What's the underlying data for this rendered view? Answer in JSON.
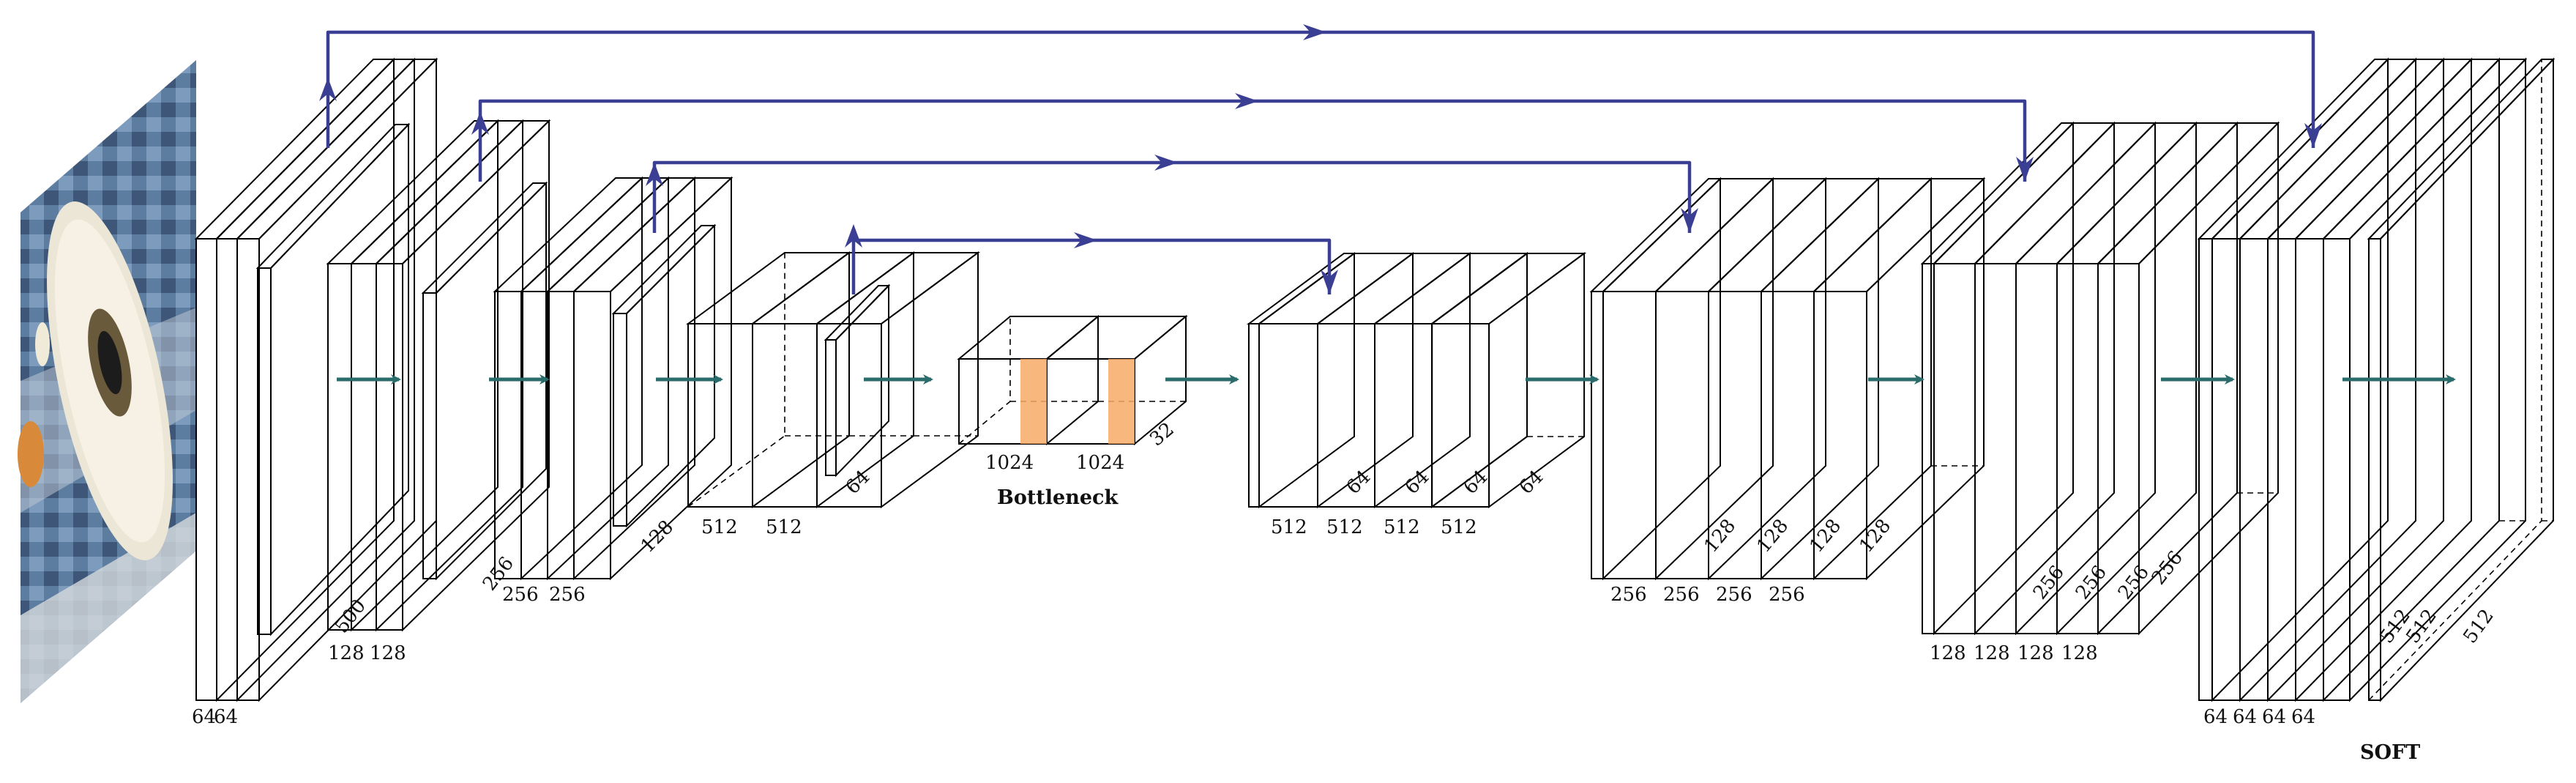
{
  "diagram": {
    "colors": {
      "conv_face": "#fbd8a6",
      "conv_face_light": "#fde9c6",
      "conv_band": "#f7ac66",
      "pool": "#d5482a",
      "deconv": "#4b78a8",
      "concat": "#6f6f6f",
      "skip_arrow": "#3b3f93",
      "flow_arrow": "#2a6b6b",
      "softmax": "#a24fa8"
    },
    "input_image": {
      "name": "input-yarn-bobbin-photo"
    },
    "stages": [
      {
        "id": "enc1",
        "labels": [
          "64",
          "64"
        ]
      },
      {
        "id": "enc2",
        "labels": [
          "128",
          "128"
        ],
        "depth_label": "500"
      },
      {
        "id": "enc3",
        "labels": [
          "256",
          "256"
        ],
        "depth_label": "256"
      },
      {
        "id": "enc4",
        "labels": [
          "512",
          "512"
        ],
        "depth_label": "128"
      },
      {
        "id": "enc5",
        "depth_label": "64"
      },
      {
        "id": "bottleneck",
        "labels": [
          "1024",
          "1024"
        ],
        "depth_label": "32",
        "caption": "Bottleneck"
      },
      {
        "id": "dec1",
        "labels": [
          "512",
          "512",
          "512",
          "512"
        ],
        "depth_label": "64",
        "inner_labels": [
          "64",
          "64",
          "64"
        ]
      },
      {
        "id": "dec2",
        "labels": [
          "256",
          "256",
          "256",
          "256"
        ],
        "depth_label": "128",
        "inner_labels": [
          "128",
          "128",
          "128"
        ]
      },
      {
        "id": "dec3",
        "labels": [
          "128",
          "128",
          "128",
          "128"
        ],
        "depth_label": "256",
        "inner_labels": [
          "256",
          "256",
          "256"
        ]
      },
      {
        "id": "dec4",
        "labels": [
          "64",
          "64",
          "64",
          "64"
        ],
        "inner_labels": [
          "512",
          "512",
          "512"
        ]
      },
      {
        "id": "softmax",
        "caption": "SOFT"
      }
    ]
  }
}
